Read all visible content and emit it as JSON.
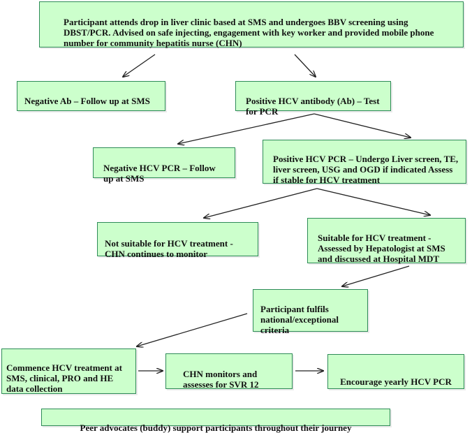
{
  "nodes": {
    "screening": "Participant attends drop in liver clinic based at SMS and undergoes BBV screening using DBST/PCR. Advised on safe injecting, engagement with key worker and provided mobile phone number for community hepatitis nurse (CHN)",
    "negative_ab": "Negative Ab – Follow up at SMS",
    "positive_ab": "Positive HCV antibody (Ab) – Test for PCR",
    "negative_pcr": "Negative HCV PCR – Follow up at SMS",
    "positive_pcr": "Positive HCV PCR – Undergo Liver screen, TE, liver screen, USG and OGD if indicated Assess if stable for HCV treatment",
    "not_suitable": "Not suitable for HCV treatment - CHN continues to monitor",
    "suitable": "Suitable for HCV treatment - Assessed by Hepatologist at SMS and discussed at Hospital MDT",
    "criteria": "Participant fulfils national/exceptional criteria",
    "commence": "Commence HCV treatment at SMS, clinical, PRO and HE data collection",
    "chn_monitor": "CHN monitors and assesses for SVR 12",
    "encourage": "Encourage yearly HCV PCR",
    "peer": "Peer advocates (buddy) support participants throughout their journey"
  },
  "edges": [
    [
      "screening",
      "negative_ab"
    ],
    [
      "screening",
      "positive_ab"
    ],
    [
      "positive_ab",
      "negative_pcr"
    ],
    [
      "positive_ab",
      "positive_pcr"
    ],
    [
      "positive_pcr",
      "not_suitable"
    ],
    [
      "positive_pcr",
      "suitable"
    ],
    [
      "suitable",
      "criteria"
    ],
    [
      "criteria",
      "commence"
    ],
    [
      "commence",
      "chn_monitor"
    ],
    [
      "chn_monitor",
      "encourage"
    ]
  ],
  "colors": {
    "box_fill": "#ccffcc",
    "box_border": "#2e8b57",
    "arrow": "#222222"
  }
}
